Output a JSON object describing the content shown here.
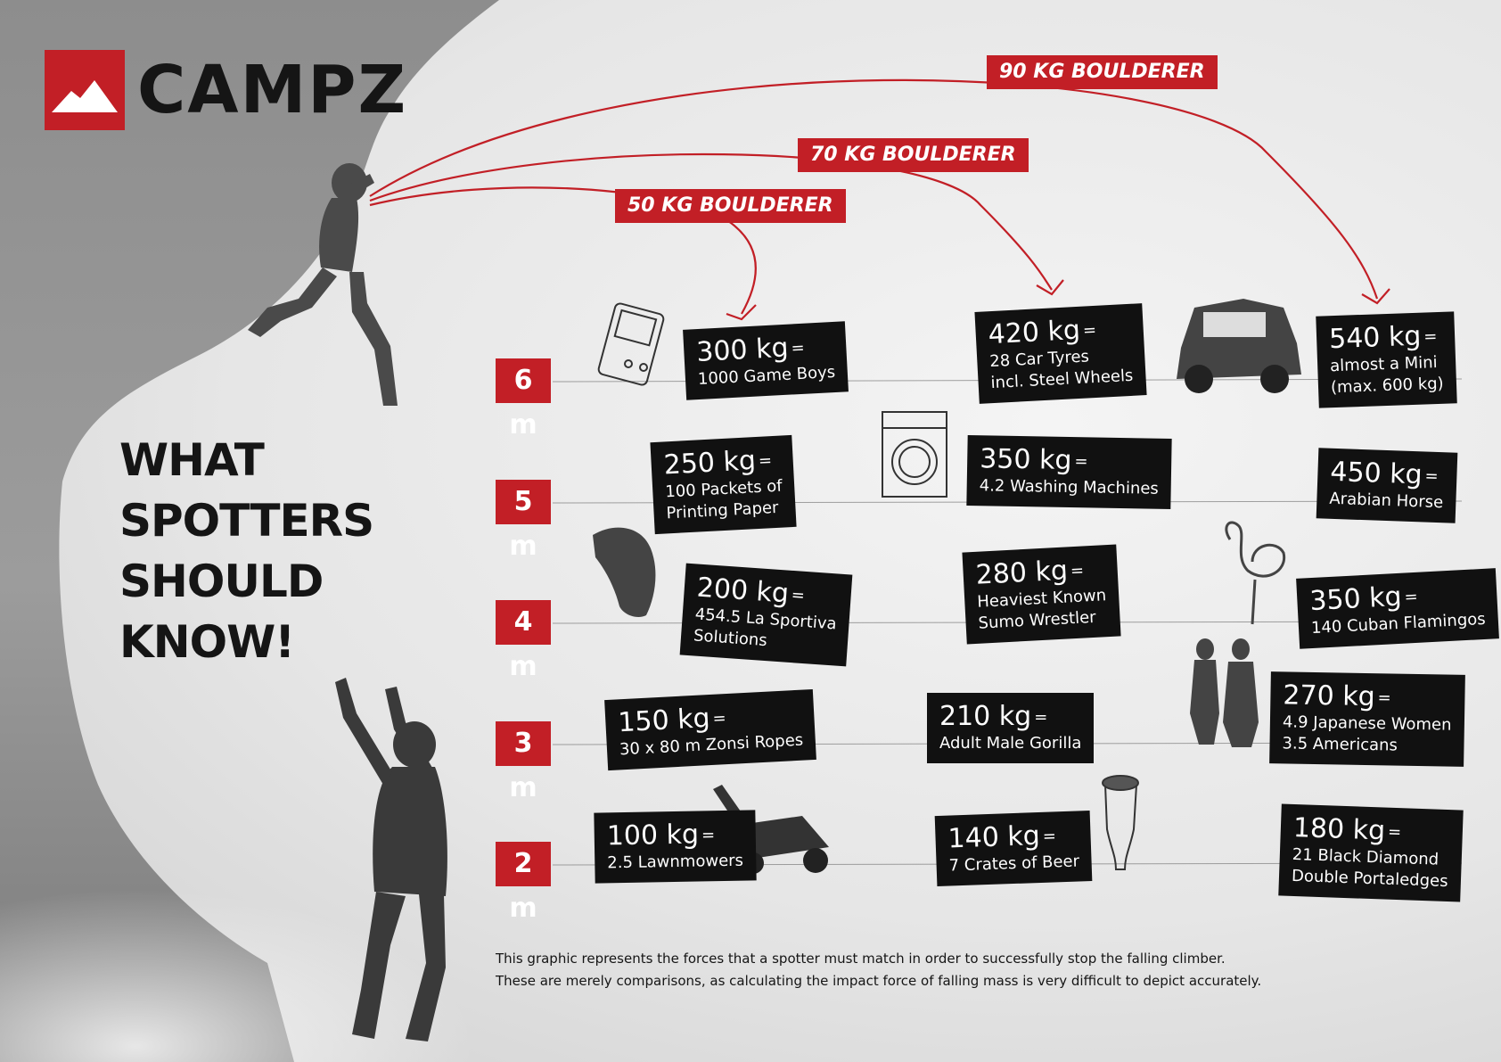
{
  "brand": {
    "name": "CAMPZ",
    "color": "#c21f26",
    "icon": "mountain-icon"
  },
  "headline": {
    "lines": [
      "WHAT",
      "SPOTTERS",
      "SHOULD",
      "KNOW!"
    ]
  },
  "boulderers": [
    {
      "label": "50 KG BOULDERER"
    },
    {
      "label": "70 KG BOULDERER"
    },
    {
      "label": "90 KG BOULDERER"
    }
  ],
  "heights": [
    "6 m",
    "5 m",
    "4 m",
    "3 m",
    "2 m"
  ],
  "comparisons": [
    {
      "weight": "300 kg",
      "desc": "1000 Game Boys",
      "icon": "game-boy-icon"
    },
    {
      "weight": "420 kg",
      "desc": "28 Car Tyres\nincl. Steel Wheels",
      "icon": ""
    },
    {
      "weight": "540 kg",
      "desc": "almost a Mini\n(max. 600 kg)",
      "icon": "mini-car-icon"
    },
    {
      "weight": "250 kg",
      "desc": "100 Packets of\nPrinting Paper",
      "icon": ""
    },
    {
      "weight": "350 kg",
      "desc": "4.2 Washing Machines",
      "icon": "washing-machine-icon"
    },
    {
      "weight": "450 kg",
      "desc": "Arabian Horse",
      "icon": ""
    },
    {
      "weight": "200 kg",
      "desc": "454.5  La Sportiva\nSolutions",
      "icon": "climbing-shoe-icon"
    },
    {
      "weight": "280 kg",
      "desc": "Heaviest Known\nSumo Wrestler",
      "icon": ""
    },
    {
      "weight": "350 kg",
      "desc": "140 Cuban Flamingos",
      "icon": "flamingo-icon"
    },
    {
      "weight": "150 kg",
      "desc": "30 x 80 m Zonsi Ropes",
      "icon": ""
    },
    {
      "weight": "210 kg",
      "desc": "Adult Male Gorilla",
      "icon": ""
    },
    {
      "weight": "270 kg",
      "desc": "4.9 Japanese Women\n3.5 Americans",
      "icon": "people-icon"
    },
    {
      "weight": "100 kg",
      "desc": "2.5 Lawnmowers",
      "icon": "lawnmower-icon"
    },
    {
      "weight": "140 kg",
      "desc": "7 Crates of Beer",
      "icon": "beer-glass-icon"
    },
    {
      "weight": "180 kg",
      "desc": "21 Black Diamond\nDouble Portaledges",
      "icon": ""
    }
  ],
  "equals_sign": "=",
  "footnote": [
    "This graphic represents the forces that a spotter must match in order to successfully stop the falling climber.",
    "These are merely comparisons, as calculating the impact force of falling mass is very difficult to depict accurately."
  ]
}
